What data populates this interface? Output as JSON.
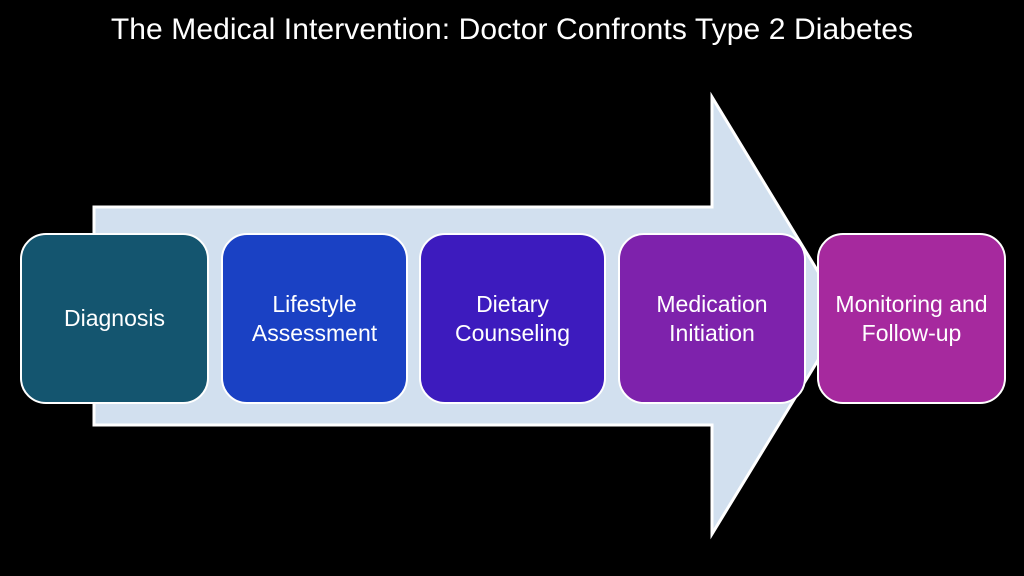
{
  "title": "The Medical Intervention: Doctor Confronts Type 2 Diabetes",
  "background_color": "#000000",
  "title_color": "#ffffff",
  "arrow": {
    "name": "process-arrow",
    "direction": "right",
    "fill_color": "#d2e0ef",
    "stroke_color": "#ffffff"
  },
  "stages": [
    {
      "label": "Diagnosis",
      "color": "#14556f",
      "text_color": "#ffffff"
    },
    {
      "label": "Lifestyle Assessment",
      "color": "#1a41c4",
      "text_color": "#ffffff"
    },
    {
      "label": "Dietary Counseling",
      "color": "#3d1bbe",
      "text_color": "#ffffff"
    },
    {
      "label": "Medication Initiation",
      "color": "#7e22ac",
      "text_color": "#ffffff"
    },
    {
      "label": "Monitoring and Follow-up",
      "color": "#a6299e",
      "text_color": "#ffffff"
    }
  ]
}
